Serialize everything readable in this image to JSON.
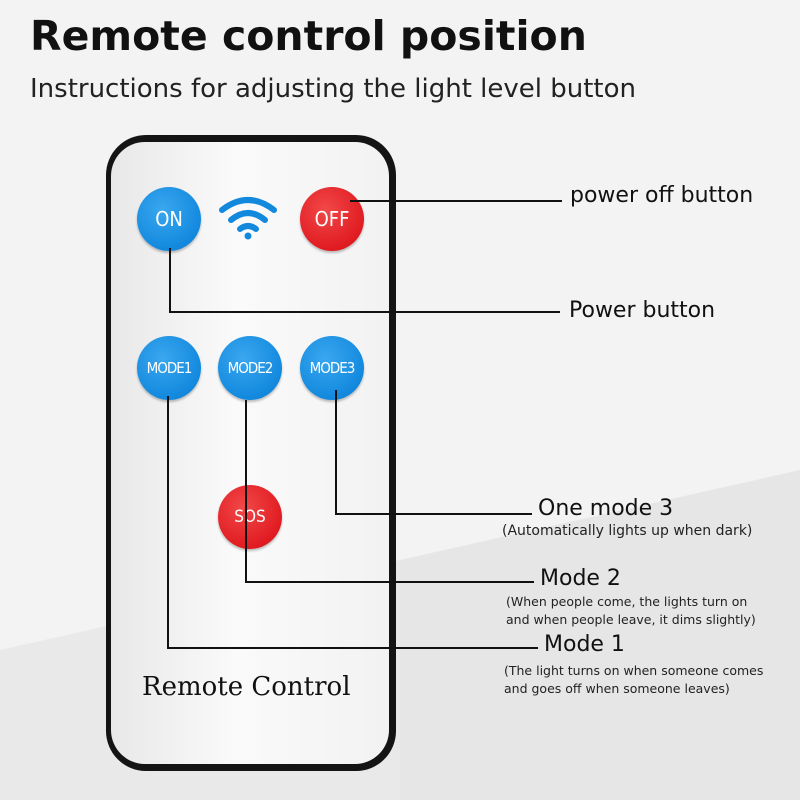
{
  "header": {
    "title": "Remote control position",
    "subtitle": "Instructions for adjusting the light level button"
  },
  "remote": {
    "label": "Remote Control",
    "buttons": {
      "on": "ON",
      "off": "OFF",
      "mode1": "MODE1",
      "mode2": "MODE2",
      "mode3": "MODE3",
      "sos": "SOS"
    }
  },
  "callouts": {
    "power_off": "power off button",
    "power": "Power button",
    "mode3_title": "One mode 3",
    "mode3_desc": "(Automatically lights up when dark)",
    "mode2_title": "Mode 2",
    "mode2_desc_1": "(When people come, the lights turn on",
    "mode2_desc_2": "and when people leave, it dims slightly)",
    "mode1_title": "Mode 1",
    "mode1_desc_1": "(The light turns on when someone comes",
    "mode1_desc_2": "and goes off when someone leaves)"
  },
  "colors": {
    "blue_button": "#1389de",
    "red_button": "#e01c22",
    "remote_body": "#141414",
    "background": "#f3f3f3"
  }
}
